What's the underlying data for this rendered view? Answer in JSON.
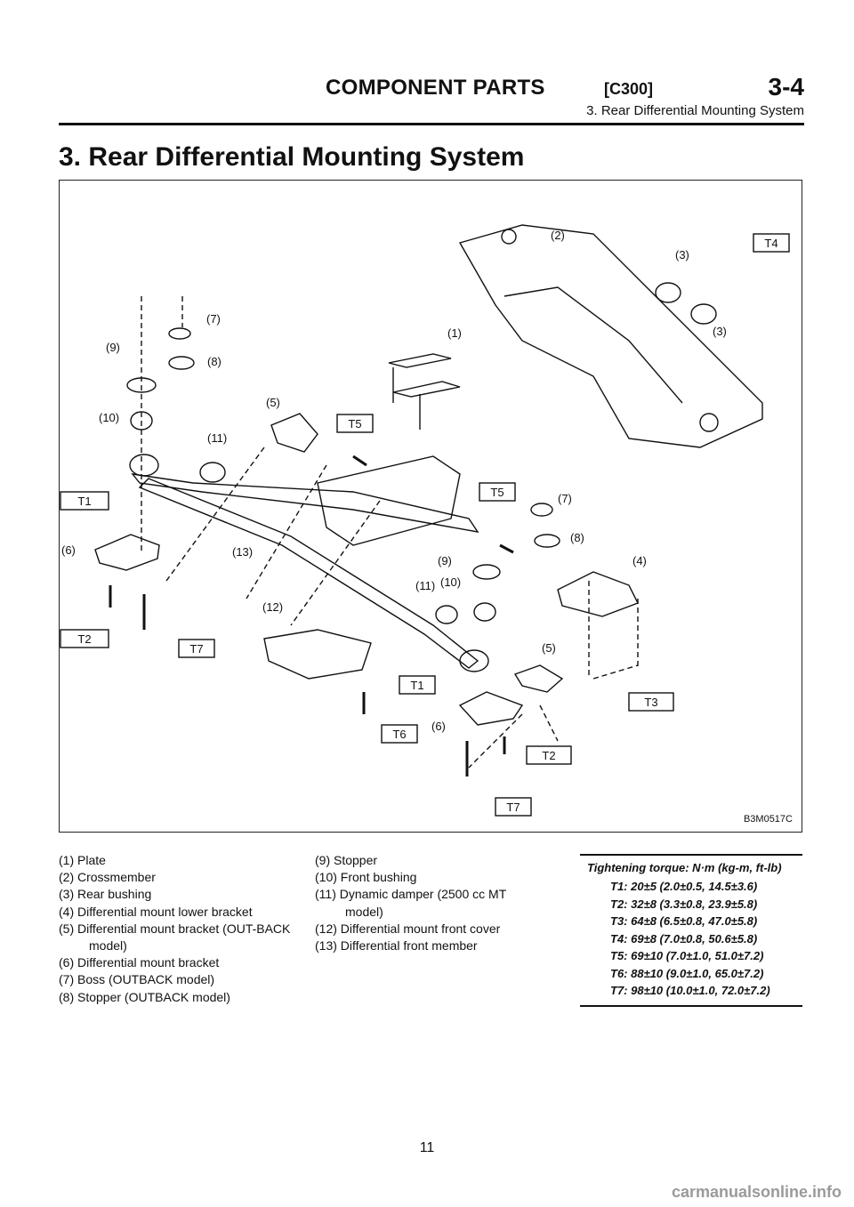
{
  "header": {
    "title": "COMPONENT PARTS",
    "code": "[C300]",
    "chapter": "3-4",
    "subtitle": "3. Rear Differential Mounting System"
  },
  "section_title": "3. Rear Differential Mounting System",
  "figure": {
    "code": "B3M0517C",
    "callouts": [
      "(1)",
      "(2)",
      "(3)",
      "(4)",
      "(5)",
      "(6)",
      "(7)",
      "(8)",
      "(9)",
      "(10)",
      "(11)",
      "(12)",
      "(13)"
    ],
    "torque_tags": [
      "T1",
      "T2",
      "T3",
      "T4",
      "T5",
      "T6",
      "T7"
    ]
  },
  "legend_col1": [
    "(1) Plate",
    "(2) Crossmember",
    "(3) Rear bushing",
    "(4) Differential mount lower bracket",
    "(5) Differential mount bracket (OUT-BACK model)",
    "(6) Differential mount bracket",
    "(7) Boss (OUTBACK model)",
    "(8) Stopper (OUTBACK model)"
  ],
  "legend_col2": [
    "(9) Stopper",
    "(10) Front bushing",
    "(11) Dynamic damper (2500 cc MT model)",
    "(12) Differential mount front cover",
    "(13) Differential front member"
  ],
  "torque": {
    "title": "Tightening torque: N·m (kg-m, ft-lb)",
    "items": [
      "T1: 20±5 (2.0±0.5, 14.5±3.6)",
      "T2: 32±8 (3.3±0.8, 23.9±5.8)",
      "T3: 64±8 (6.5±0.8, 47.0±5.8)",
      "T4: 69±8 (7.0±0.8, 50.6±5.8)",
      "T5: 69±10 (7.0±1.0, 51.0±7.2)",
      "T6: 88±10 (9.0±1.0, 65.0±7.2)",
      "T7: 98±10 (10.0±1.0, 72.0±7.2)"
    ]
  },
  "page_number": "11",
  "watermark": "carmanualsonline.info"
}
